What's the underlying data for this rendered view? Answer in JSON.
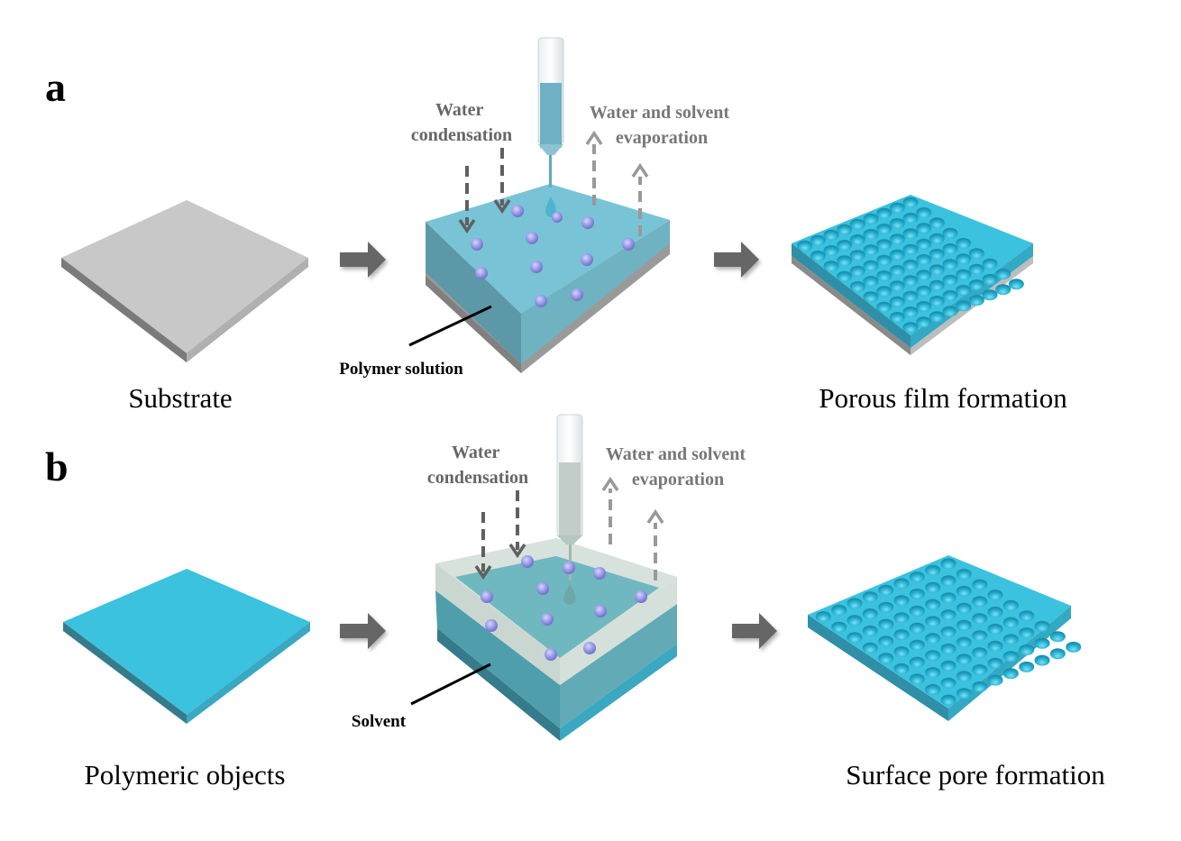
{
  "figure": {
    "panels": [
      {
        "letter": "a",
        "steps": [
          {
            "caption": "Substrate"
          },
          {
            "caption": ""
          },
          {
            "caption": "Porous film formation"
          }
        ],
        "condensation_label": [
          "Water",
          "condensation"
        ],
        "evaporation_label": [
          "Water and solvent",
          "evaporation"
        ],
        "callout": "Polymer solution"
      },
      {
        "letter": "b",
        "steps": [
          {
            "caption": "Polymeric objects"
          },
          {
            "caption": ""
          },
          {
            "caption": "Surface pore formation"
          }
        ],
        "condensation_label": [
          "Water",
          "condensation"
        ],
        "evaporation_label": [
          "Water and solvent",
          "evaporation"
        ],
        "callout": "Solvent"
      }
    ],
    "colors": {
      "substrate_top": "#c8c8c8",
      "substrate_edge": "#9a9a9a",
      "polymer_top": "#3ac2df",
      "polymer_left": "#367b8c",
      "polymer_right": "#3aa8c0",
      "solution_top": "#78c4d6",
      "solution_side": "#5d98a8",
      "solvent_top": "#6fb8c0",
      "solvent_clear": "#d7e2dc",
      "droplet": "#9a9ae8",
      "flow_arrow": "#666666",
      "condense_arrow": "#606060",
      "evap_arrow": "#999999"
    }
  }
}
